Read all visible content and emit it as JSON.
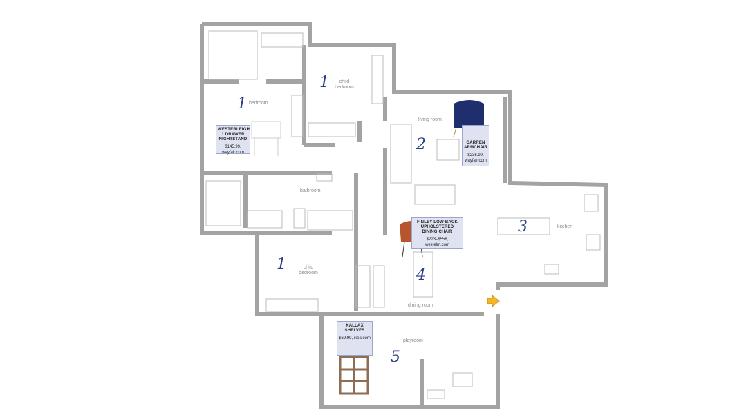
{
  "rooms": {
    "bedroom": "bedroom",
    "child_bedroom_top": "child\nbedroom",
    "living_room": "living room",
    "bathroom": "bathroom",
    "child_bedroom_bottom": "child\nbedroom",
    "kitchen": "kitchen",
    "dining_room": "dining room",
    "playroom": "playroom"
  },
  "numbers": {
    "bedroom": "1",
    "child_top": "1",
    "child_bottom": "1",
    "living": "2",
    "kitchen": "3",
    "dining": "4",
    "playroom": "5"
  },
  "products": [
    {
      "name": "WESTERLEIGH 1 DRAWER NIGHTSTAND",
      "price": "$145.99,",
      "store": "wayfair.com"
    },
    {
      "name": "GARREN ARMCHAIR",
      "price": "$236.99,",
      "store": "wayfair.com"
    },
    {
      "name": "FINLEY LOW-BACK UPHOLSTERED DINING CHAIR",
      "price": "$223–$558,",
      "store": "westelm.com"
    },
    {
      "name": "KALLAX SHELVES",
      "price": "$69.99, ikea.com",
      "store": ""
    }
  ],
  "colors": {
    "wall": "#a3a3a3",
    "card": "#dfe3f1",
    "accent": "#2a3f86",
    "entry_arrow": "#f2b824"
  }
}
